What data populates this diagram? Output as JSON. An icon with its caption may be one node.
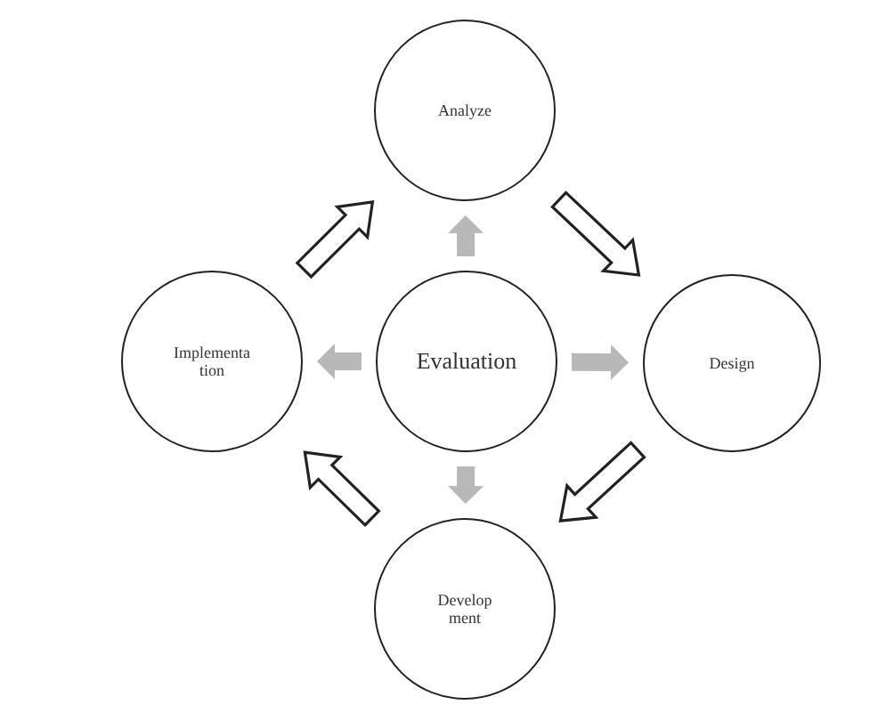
{
  "diagram": {
    "nodes": [
      {
        "text": [
          "Analyze"
        ]
      },
      {
        "text": [
          "Implementa tion"
        ]
      },
      {
        "text": [
          "Evaluation"
        ]
      },
      {
        "text": [
          "Design"
        ]
      },
      {
        "text": [
          "Develop ment"
        ]
      }
    ],
    "edges": [
      {
        "from": 1,
        "to": 0,
        "arrow": "to"
      },
      {
        "from": 0,
        "to": 3,
        "arrow": "to"
      },
      {
        "from": 3,
        "to": 4,
        "arrow": "to"
      },
      {
        "from": 4,
        "to": 1,
        "arrow": "to"
      },
      {
        "from": 2,
        "to": 0,
        "arrow": "to",
        "color": "#b8b8b8"
      },
      {
        "from": 2,
        "to": 3,
        "arrow": "to",
        "color": "#b8b8b8"
      },
      {
        "from": 2,
        "to": 4,
        "arrow": "to",
        "color": "#b8b8b8"
      },
      {
        "from": 2,
        "to": 1,
        "arrow": "to",
        "color": "#b8b8b8"
      }
    ]
  }
}
